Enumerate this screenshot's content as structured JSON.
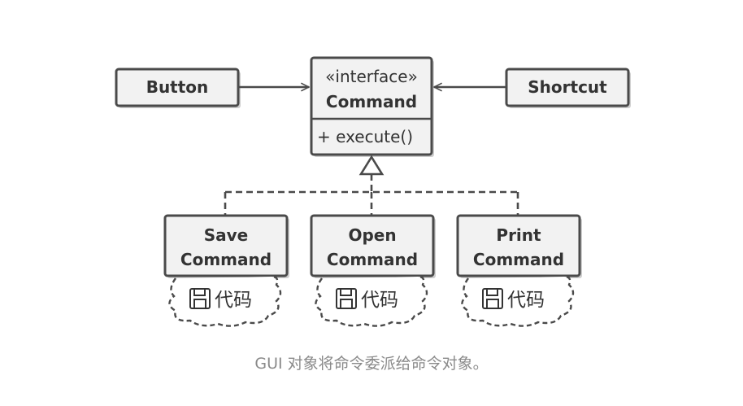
{
  "diagram": {
    "interface": {
      "stereotype": "«interface»",
      "name": "Command",
      "method": "+ execute()"
    },
    "senders": [
      {
        "id": "button",
        "label": "Button"
      },
      {
        "id": "shortcut",
        "label": "Shortcut"
      }
    ],
    "commands": [
      {
        "id": "save",
        "line1": "Save",
        "line2": "Command",
        "code_label": "代码"
      },
      {
        "id": "open",
        "line1": "Open",
        "line2": "Command",
        "code_label": "代码"
      },
      {
        "id": "print",
        "line1": "Print",
        "line2": "Command",
        "code_label": "代码"
      }
    ],
    "caption": "GUI 对象将命令委派给命令对象。"
  },
  "colors": {
    "box_fill": "#f2f2f2",
    "stroke": "#4a4a4a",
    "text": "#333333",
    "caption": "#8a8a8a"
  }
}
